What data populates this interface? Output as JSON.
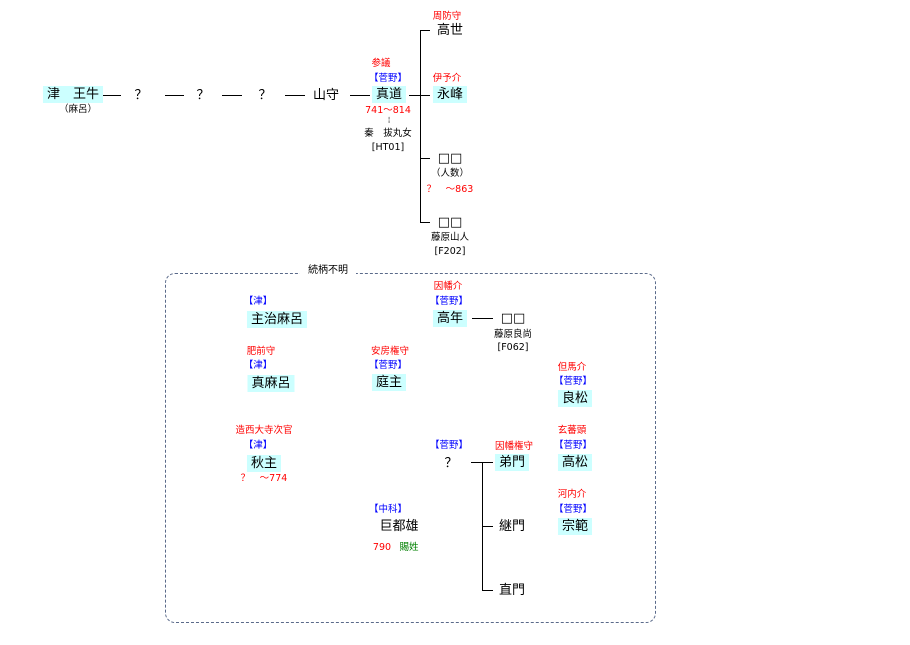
{
  "top": {
    "ancestor": "津　王牛",
    "ancestor_alias": "（麻呂）",
    "unknown1": "？",
    "unknown2": "？",
    "unknown3": "？",
    "yamamori": "山守",
    "masamichi": {
      "title": "参議",
      "clan": "【菅野】",
      "name": "真道",
      "dates": "741～814",
      "mother_mark": "¦",
      "mother": "秦　拔丸女",
      "ref": "[HT01]"
    },
    "children": [
      {
        "title": "周防守",
        "name": "高世"
      },
      {
        "title": "伊予介",
        "name": "永峰"
      },
      {
        "name": "□□",
        "alias": "（人数）",
        "dates": "？　～863"
      },
      {
        "name": "□□",
        "mother": "藤原山人",
        "ref": "[F202]"
      }
    ]
  },
  "unknown_section": {
    "label": "続柄不明",
    "p1": {
      "clan": "【津】",
      "name": "主治麻呂"
    },
    "p2": {
      "title": "肥前守",
      "clan": "【津】",
      "name": "真麻呂"
    },
    "p3": {
      "title": "造西大寺次官",
      "clan": "【津】",
      "name": "秋主",
      "dates": "？　～774"
    },
    "p4": {
      "title": "因幡介",
      "clan": "【菅野】",
      "name": "高年",
      "child": "□□",
      "child_mother": "藤原良尚",
      "child_ref": "[F062]"
    },
    "p5": {
      "title": "安房権守",
      "clan": "【菅野】",
      "name": "庭主"
    },
    "p6": {
      "title": "但馬介",
      "clan": "【菅野】",
      "name": "良松"
    },
    "p7": {
      "clan": "【菅野】",
      "name": "？",
      "children": [
        {
          "title": "因幡権守",
          "name": "弟門"
        },
        {
          "name": "継門"
        },
        {
          "name": "直門"
        }
      ]
    },
    "p8": {
      "title": "玄蕃頭",
      "clan": "【菅野】",
      "name": "高松"
    },
    "p9": {
      "title": "河内介",
      "clan": "【菅野】",
      "name": "宗範"
    },
    "p10": {
      "clan": "【中科】",
      "name": "巨都雄",
      "year": "790",
      "note": "賜姓"
    }
  },
  "colors": {
    "title": "#ff0000",
    "clan": "#0000ff",
    "note": "#008000",
    "highlight": "#ccffff"
  }
}
